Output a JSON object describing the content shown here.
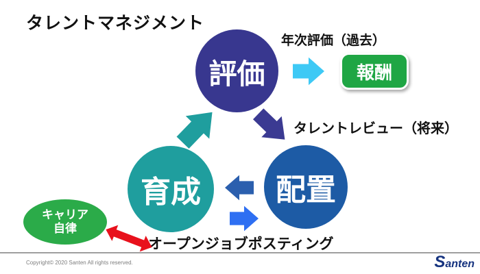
{
  "title": "タレントマネジメント",
  "cycle": {
    "circles": [
      {
        "label": "評価",
        "color": "#38378F"
      },
      {
        "label": "育成",
        "color": "#1F9E9E"
      },
      {
        "label": "配置",
        "color": "#1D5BA5"
      }
    ]
  },
  "annotations": {
    "annual_eval": "年次評価（過去）",
    "talent_review": "タレントレビュー（将来）",
    "open_job_posting": "オープンジョブポスティング"
  },
  "reward_box": {
    "label": "報酬",
    "color": "#1FA644"
  },
  "career": {
    "line1": "キャリア",
    "line2": "自律",
    "color": "#2BAB49"
  },
  "arrows": {
    "eval_to_reward": "#3EC9F5",
    "eval_to_haichi": "#3B3A92",
    "ikusei_to_eval": "#1F9E9E",
    "haichi_to_ikusei": "#2B5FAE",
    "ikusei_to_haichi": "#2E6FF2",
    "career_link": "#E8111C"
  },
  "footer": {
    "copyright": "Copyright© 2020 Santen All rights reserved.",
    "logo_text": "Santen"
  }
}
